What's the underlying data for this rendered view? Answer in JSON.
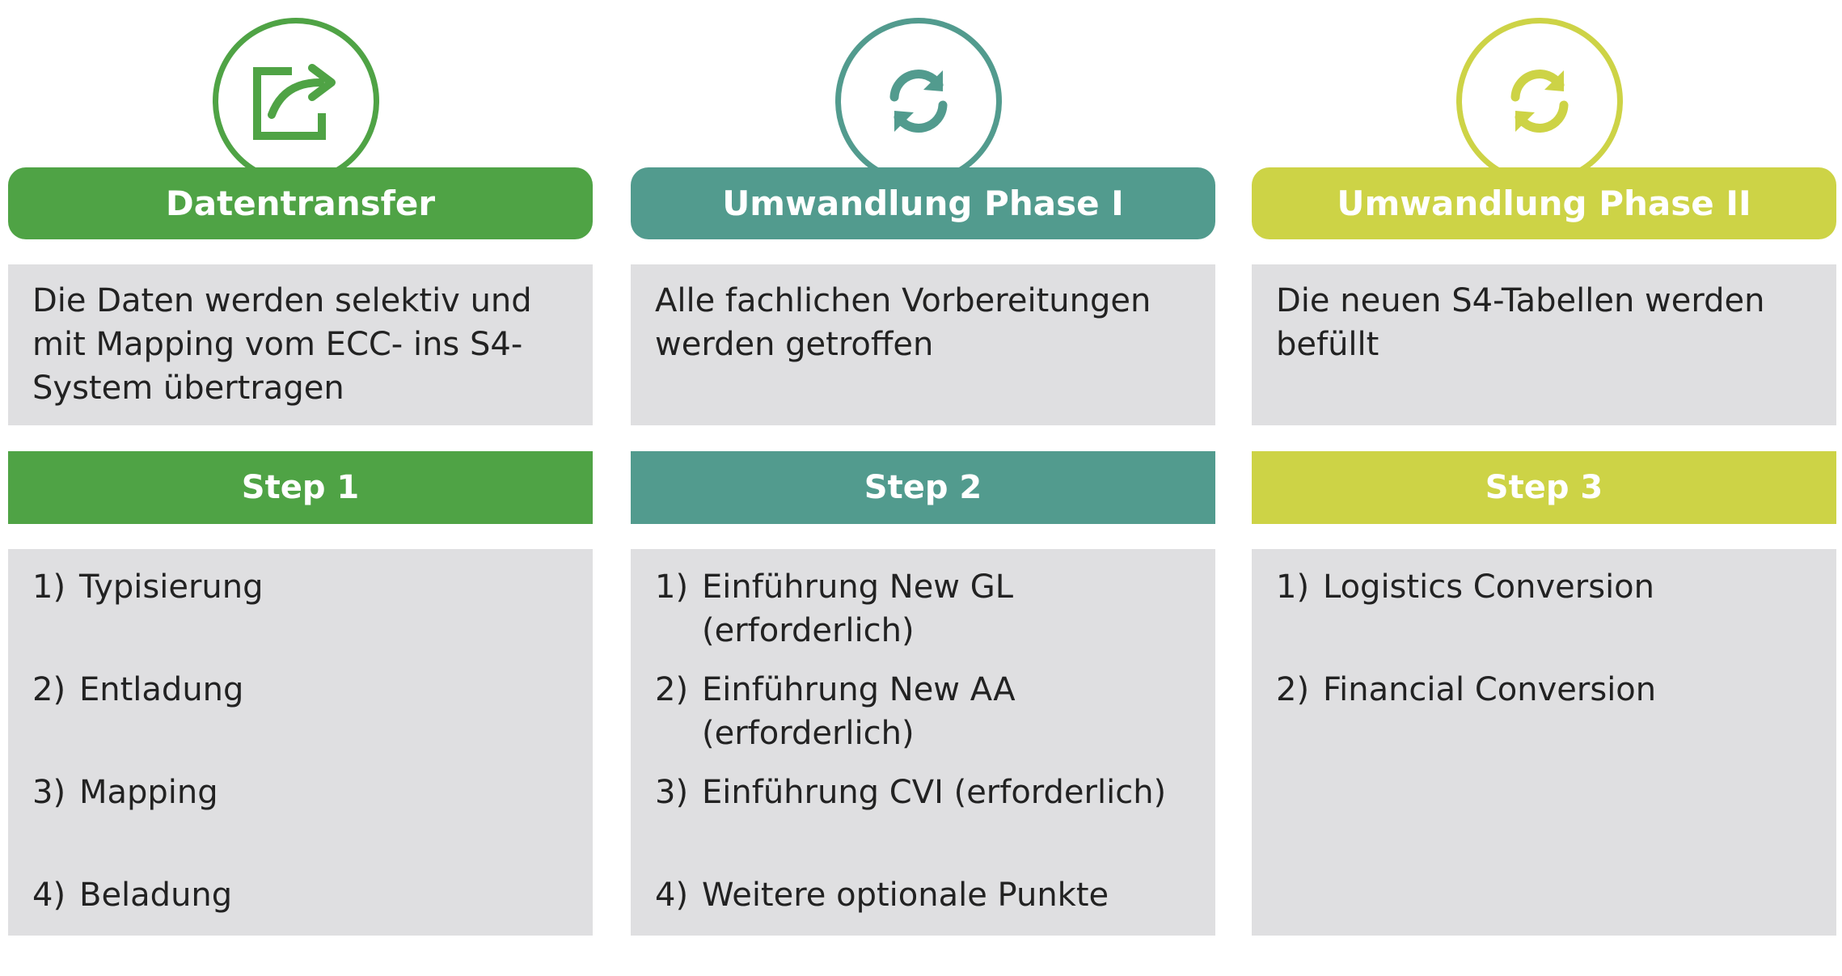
{
  "colors": {
    "green": "#4fa345",
    "teal": "#529b8e",
    "lime": "#cdd346",
    "panel": "#dfdfe1"
  },
  "columns": [
    {
      "icon": "export-icon",
      "title": "Datentransfer",
      "description": "Die Daten werden selektiv und mit Mapping vom ECC- ins S4-System übertragen",
      "step": "Step 1",
      "items": [
        {
          "num": "1)",
          "text": "Typisierung"
        },
        {
          "num": "2)",
          "text": "Entladung"
        },
        {
          "num": "3)",
          "text": "Mapping"
        },
        {
          "num": "4)",
          "text": "Beladung"
        }
      ]
    },
    {
      "icon": "refresh-icon",
      "title": "Umwandlung Phase I",
      "description": "Alle fachlichen Vorbereitungen werden getroffen",
      "step": "Step 2",
      "items": [
        {
          "num": "1)",
          "text": "Einführung New GL (erforderlich)"
        },
        {
          "num": "2)",
          "text": "Einführung New AA (erforderlich)"
        },
        {
          "num": "3)",
          "text": "Einführung CVI (erforderlich)"
        },
        {
          "num": "4)",
          "text": "Weitere optionale Punkte"
        }
      ]
    },
    {
      "icon": "refresh-icon",
      "title": "Umwandlung Phase II",
      "description": "Die neuen S4-Tabellen werden befüllt",
      "step": "Step 3",
      "items": [
        {
          "num": "1)",
          "text": "Logistics Conversion"
        },
        {
          "num": "2)",
          "text": "Financial Conversion"
        }
      ]
    }
  ]
}
